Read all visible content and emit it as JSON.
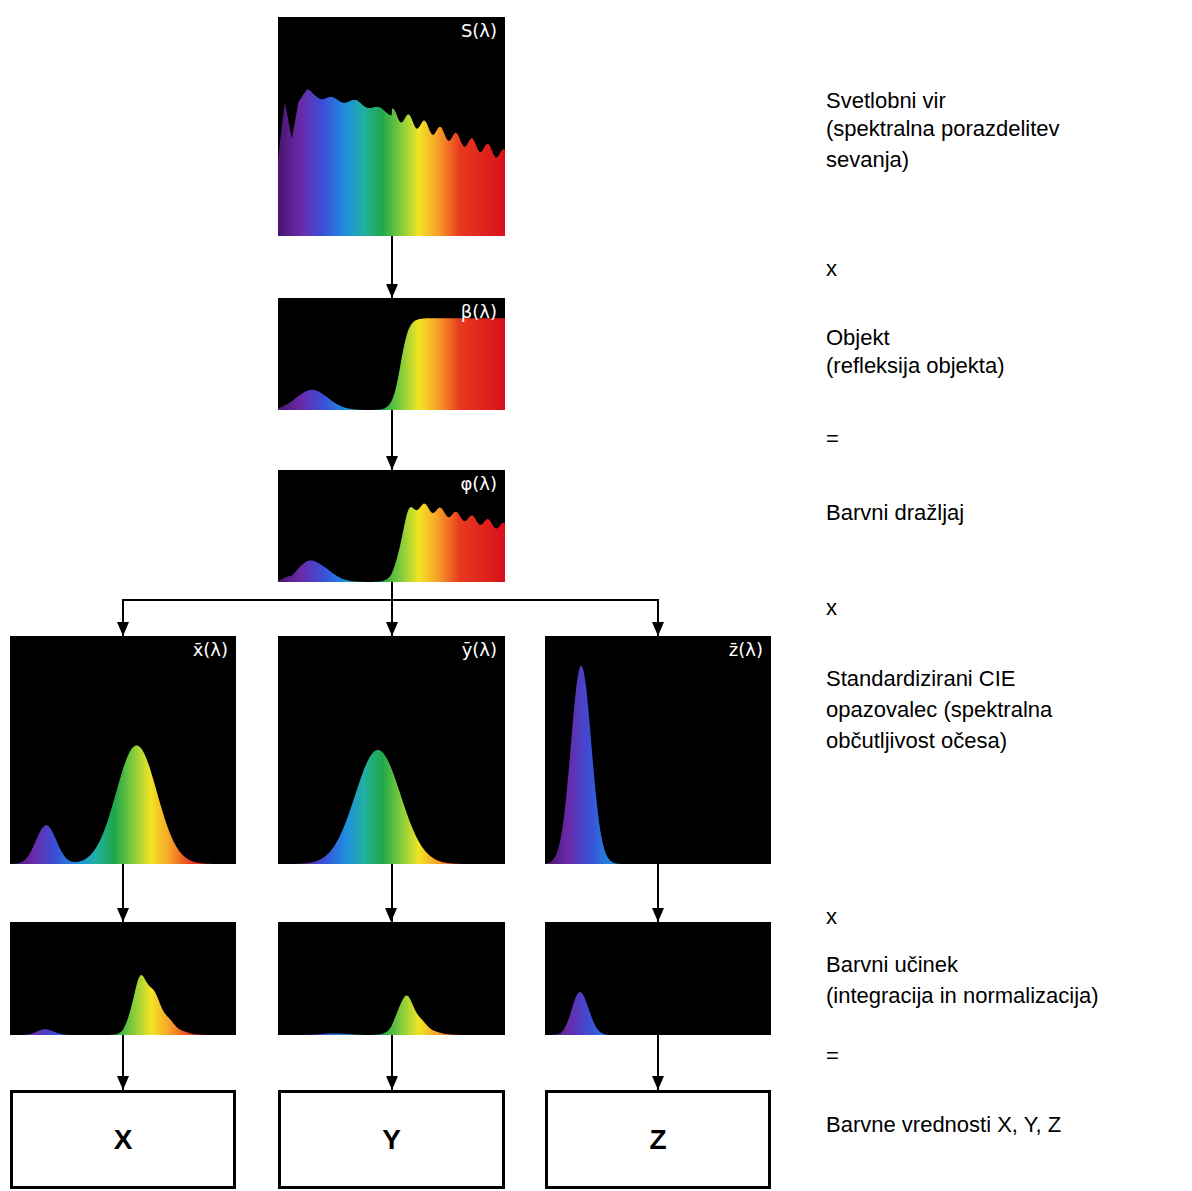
{
  "diagram": {
    "nodes": [
      {
        "text": [
          "S(λ)"
        ]
      },
      {
        "text": [
          "β(λ)"
        ]
      },
      {
        "text": [
          "φ(λ)"
        ]
      },
      {
        "text": [
          "x̄(λ)"
        ]
      },
      {
        "text": [
          "ȳ(λ)"
        ]
      },
      {
        "text": [
          "z̄(λ)"
        ]
      },
      {
        "text": [
          "X"
        ]
      },
      {
        "text": [
          "Y"
        ]
      },
      {
        "text": [
          "Z"
        ]
      }
    ],
    "edges": [
      {
        "from": 0,
        "to": 1,
        "arrow": "to"
      },
      {
        "from": 1,
        "to": 2,
        "arrow": "to"
      },
      {
        "from": 2,
        "to": 3,
        "arrow": "to"
      },
      {
        "from": 2,
        "to": 4,
        "arrow": "to"
      },
      {
        "from": 2,
        "to": 5,
        "arrow": "to"
      },
      {
        "from": 3,
        "to": 6,
        "arrow": "to"
      },
      {
        "from": 4,
        "to": 7,
        "arrow": "to"
      },
      {
        "from": 5,
        "to": 8,
        "arrow": "to"
      }
    ],
    "labels": [
      "Svetlobni vir",
      "(spektralna porazdelitev sevanja)",
      "x",
      "Objekt",
      "(refleksija objekta)",
      "=",
      "Barvni dražljaj",
      "x",
      "Standardizirani CIE opazovalec (spektralna občutljivost očesa)",
      "x",
      "Barvni učinek",
      "(integracija in normalizacija)",
      "=",
      "Barvne vrednosti X, Y, Z"
    ]
  }
}
